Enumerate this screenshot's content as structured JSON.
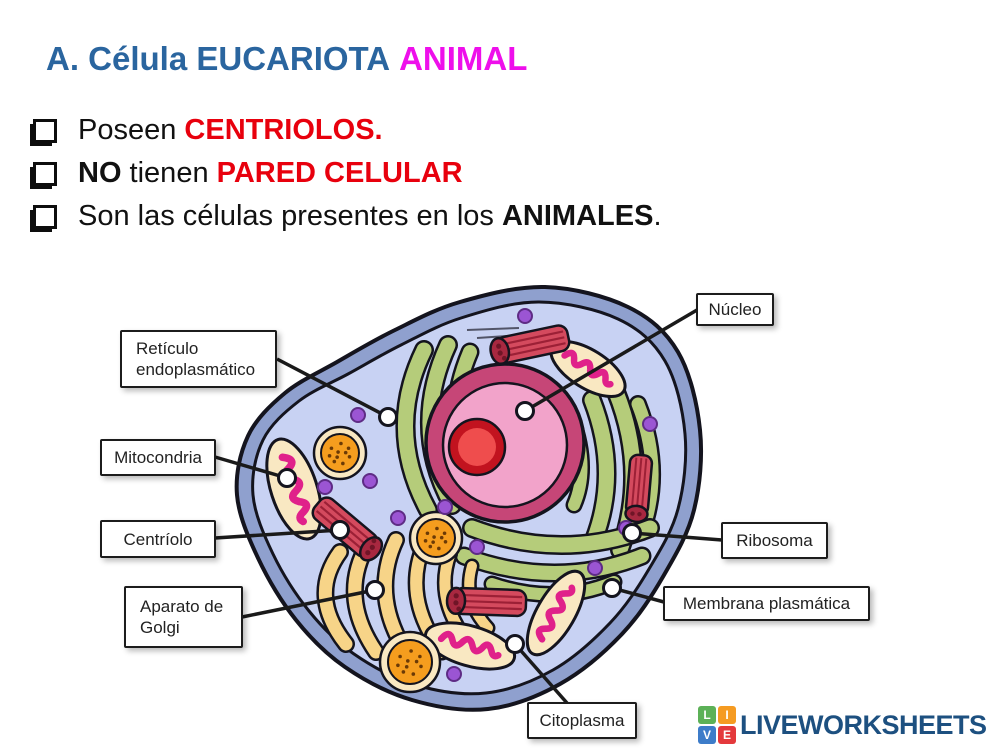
{
  "title": {
    "prefix": "A. Célula EUCARIOTA",
    "highlight": "ANIMAL"
  },
  "colors": {
    "title_blue": "#2a659f",
    "title_magenta": "#ee0feb",
    "emphasis_red": "#e8000d",
    "brand_navy": "#1d5080",
    "membrane_band": "#8fa0ce",
    "cytoplasm": "#c8d2f3",
    "er_green": "#b5cc7a",
    "golgi_yellow": "#f7d488",
    "nucleus_rim": "#c64677",
    "nucleus_fill": "#f2a3ca",
    "nucleolus_red": "#ef4d4d",
    "mitochondria_cream": "#f9e8c2",
    "mito_squiggle_pink": "#e0218a",
    "centriole_red": "#d44a5e",
    "lysosome_orange": "#f59d1e",
    "ribosome_purple": "#9b55d3"
  },
  "icons": {
    "bullet": "shadowed-checkbox-square",
    "logo": "liveworksheets-letter-grid"
  },
  "bullets": [
    {
      "segments": [
        {
          "text": "Poseen ",
          "style": "normal"
        },
        {
          "text": "CENTRIOLOS.",
          "style": "red"
        }
      ]
    },
    {
      "segments": [
        {
          "text": "NO",
          "style": "bold"
        },
        {
          "text": " tienen ",
          "style": "normal"
        },
        {
          "text": "PARED CELULAR",
          "style": "red"
        }
      ]
    },
    {
      "segments": [
        {
          "text": "Son las células presentes en los ",
          "style": "normal"
        },
        {
          "text": "ANIMALES",
          "style": "bold"
        },
        {
          "text": ".",
          "style": "normal"
        }
      ]
    }
  ],
  "diagram": {
    "labels": [
      {
        "id": "reticulo",
        "text": "Retículo endoplasmático"
      },
      {
        "id": "mitocondria",
        "text": "Mitocondria"
      },
      {
        "id": "centriolo",
        "text": "Centríolo"
      },
      {
        "id": "golgi",
        "text": "Aparato de Golgi"
      },
      {
        "id": "nucleo",
        "text": "Núcleo"
      },
      {
        "id": "ribosoma",
        "text": "Ribosoma"
      },
      {
        "id": "membrana",
        "text": "Membrana plasmática"
      },
      {
        "id": "citoplasma",
        "text": "Citoplasma"
      }
    ]
  },
  "footer": {
    "brand": "LIVEWORKSHEETS",
    "squares": [
      {
        "letter": "L",
        "color": "#5cb157"
      },
      {
        "letter": "I",
        "color": "#f59b22"
      },
      {
        "letter": "V",
        "color": "#3d7cc9"
      },
      {
        "letter": "E",
        "color": "#e4393c"
      }
    ]
  }
}
